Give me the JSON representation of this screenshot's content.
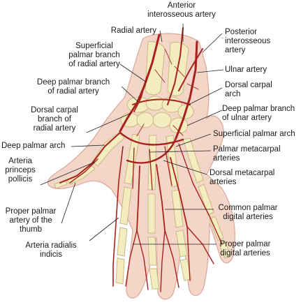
{
  "colors": {
    "skin_fill": "#f4d6c8",
    "skin_edge": "#d9a79a",
    "bone_fill": "#f3ecc0",
    "bone_edge": "#c9b982",
    "artery": "#a8211c",
    "leader": "#222222"
  },
  "labels": {
    "anterior_interosseous": "Anterior\ninterosseous artery",
    "radial_artery": "Radial artery",
    "posterior_interosseous": "Posterior\ninterosseous\nartery",
    "superficial_palmar_branch_radial": "Superficial\npalmar branch\nof radial artery",
    "ulnar_artery": "Ulnar artery",
    "deep_palmar_branch_radial": "Deep palmar branch\nof radial artery",
    "dorsal_carpal_arch": "Dorsal carpal\narch",
    "dorsal_carpal_branch_radial": "Dorsal carpal\nbranch of\nradial artery",
    "deep_palmar_branch_ulnar": "Deep palmar branch\nof ulnar artery",
    "superficial_palmar_arch": "Superficial palmar arch",
    "deep_palmar_arch": "Deep palmar arch",
    "palmar_metacarpal": "Palmar metacarpal\narteries",
    "arteria_princeps_pollicis": "Arteria\nprinceps\npollicis",
    "dorsal_metacarpal": "Dorsal metacarpal\narteries",
    "proper_palmar_thumb": "Proper palmar\nartery of the\nthumb",
    "common_palmar_digital": "Common palmar\ndigital arteries",
    "arteria_radialis_indicis": "Arteria radialis\nindicis",
    "proper_palmar_digital": "Proper palmar\ndigital arteries"
  }
}
